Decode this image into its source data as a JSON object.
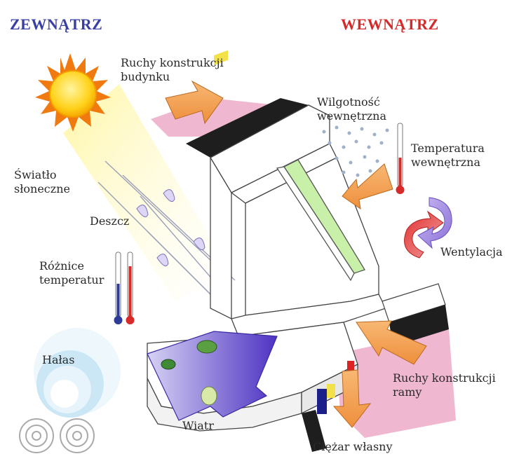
{
  "headers": {
    "outside": "ZEWNĄTRZ",
    "inside": "WEWNĄTRZ"
  },
  "labels": {
    "building_movement": [
      "Ruchy konstrukcji",
      "budynku"
    ],
    "humidity": [
      "Wilgotność",
      "wewnętrzna"
    ],
    "sunlight": [
      "Światło",
      "słoneczne"
    ],
    "inside_temperature": [
      "Temperatura",
      "wewnętrzna"
    ],
    "rain": "Deszcz",
    "ventilation": "Wentylacja",
    "temperature_differences": [
      "Różnice",
      "temperatur"
    ],
    "noise": "Hałas",
    "frame_movement": [
      "Ruchy konstrukcji",
      "ramy"
    ],
    "wind": "Wiatr",
    "dead_weight": "Ciężar własny"
  },
  "colors": {
    "outside_header": "#3a3fa6",
    "inside_header": "#d42a2a",
    "arrow_orange": "#f4a45a",
    "pink_zone": "#f0b8d0",
    "glass_green": "#c9f0a8",
    "wind_violet": "#5b3ec9",
    "sun_orange": "#f07a10",
    "sun_core": "#ffd21a"
  }
}
